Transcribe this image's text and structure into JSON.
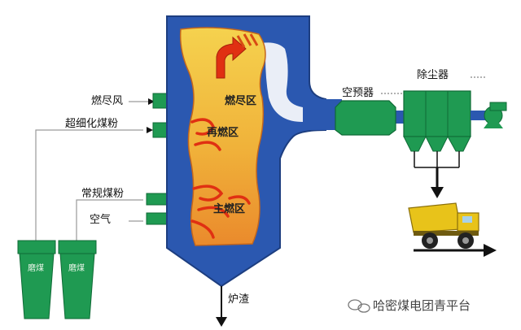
{
  "labels": {
    "burnout_air": "燃尽风",
    "ultrafine_coal": "超细化煤粉",
    "normal_coal": "常规煤粉",
    "air": "空气",
    "burnout_zone": "燃尽区",
    "reburn_zone": "再燃区",
    "main_zone": "主燃区",
    "slag": "炉渣",
    "air_preheater": "空预器",
    "dust_collector": "除尘器",
    "silo1": "磨煤",
    "silo2": "磨煤"
  },
  "watermark": "哈密煤电团青平台",
  "colors": {
    "furnace": "#2b58b0",
    "flame_yellow": "#f7d24a",
    "flame_red": "#e03012",
    "equipment_green": "#1f9a52",
    "duct_blue": "#2b58b0",
    "line_gray": "#9a9a9a"
  }
}
